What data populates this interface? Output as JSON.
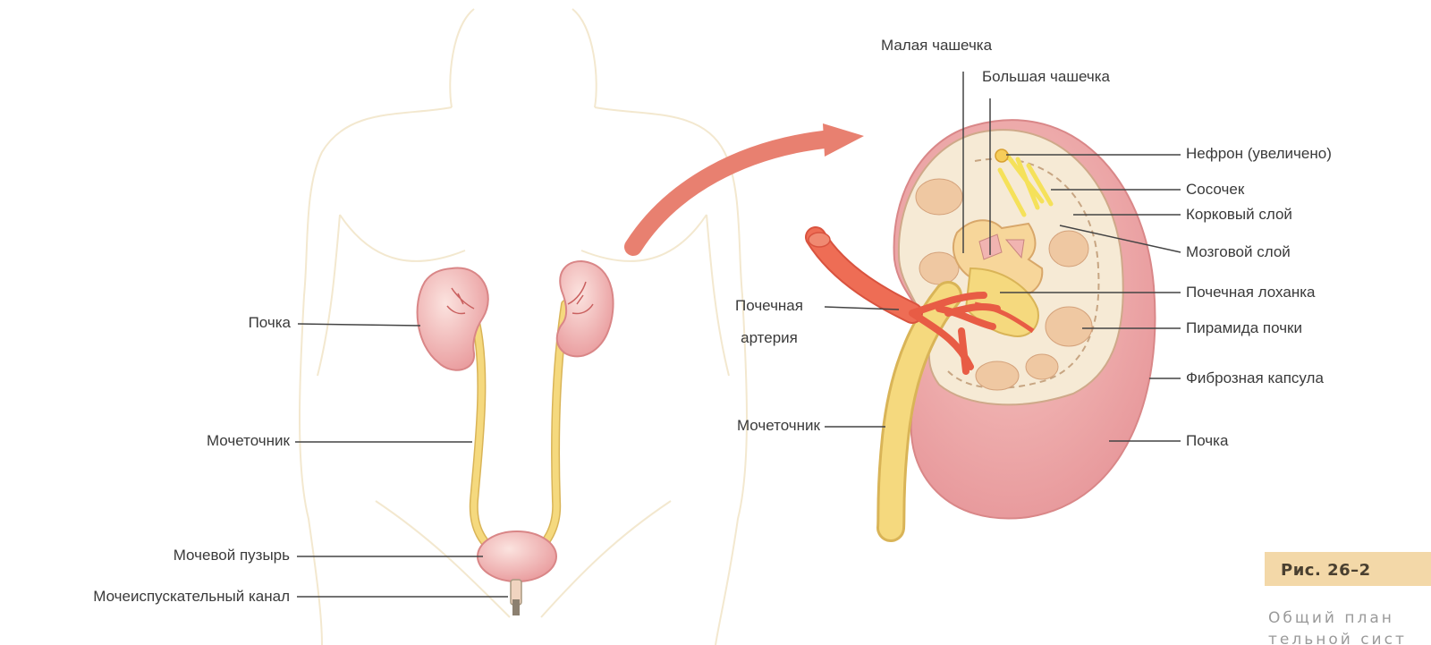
{
  "body_labels": {
    "kidney": "Почка",
    "ureter": "Мочеточник",
    "bladder": "Мочевой пузырь",
    "urethra": "Мочеиспускательный канал"
  },
  "detail_labels": {
    "minor_calyx": "Малая чашечка",
    "major_calyx": "Большая чашечка",
    "nephron": "Нефрон (увеличено)",
    "papilla": "Сосочек",
    "cortex": "Корковый слой",
    "medulla": "Мозговой слой",
    "pelvis": "Почечная лоханка",
    "pyramid": "Пирамида почки",
    "capsule": "Фиброзная капсула",
    "kidney": "Почка",
    "artery_line1": "Почечная",
    "artery_line2": "артерия",
    "ureter": "Мочеточник"
  },
  "figure": {
    "number": "Рис. 26–2",
    "caption_line1": "Общий план",
    "caption_line2": "тельной сист"
  },
  "colors": {
    "kidney": "#f0aeb0",
    "ureter": "#f5d97e",
    "artery": "#ee6d55",
    "arrow": "#e88070",
    "body_outline": "#f3e8cf",
    "leader": "#444444"
  }
}
